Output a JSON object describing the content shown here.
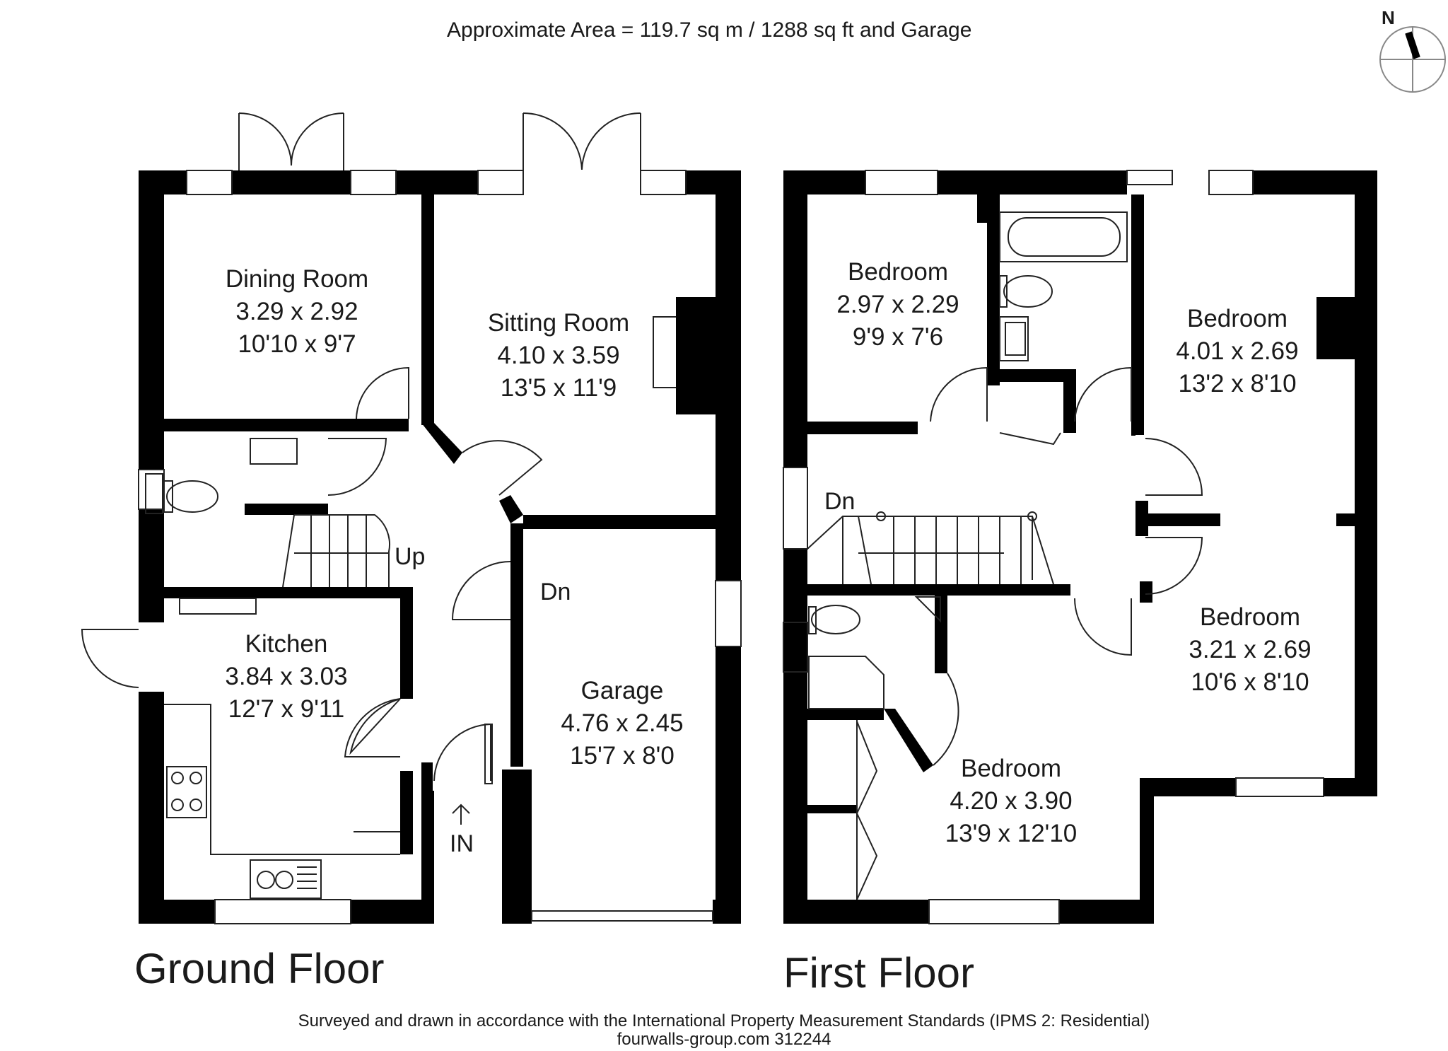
{
  "header": {
    "area_text": "Approximate  Area = 119.7 sq m / 1288 sq ft and Garage"
  },
  "compass": {
    "label": "N"
  },
  "ground_floor": {
    "title": "Ground Floor",
    "rooms": [
      {
        "id": "dining-room",
        "name": "Dining Room",
        "metric": "3.29 x 2.92",
        "imperial": "10'10 x 9'7"
      },
      {
        "id": "sitting-room",
        "name": "Sitting Room",
        "metric": "4.10 x 3.59",
        "imperial": "13'5 x 11'9"
      },
      {
        "id": "kitchen",
        "name": "Kitchen",
        "metric": "3.84 x 3.03",
        "imperial": "12'7 x 9'11"
      },
      {
        "id": "garage",
        "name": "Garage",
        "metric": "4.76 x 2.45",
        "imperial": "15'7 x 8'0"
      }
    ],
    "labels": {
      "up": "Up",
      "down": "Dn",
      "entrance": "IN"
    }
  },
  "first_floor": {
    "title": "First Floor",
    "rooms": [
      {
        "id": "bedroom-1",
        "name": "Bedroom",
        "metric": "2.97 x 2.29",
        "imperial": "9'9 x 7'6"
      },
      {
        "id": "bedroom-2",
        "name": "Bedroom",
        "metric": "4.01 x 2.69",
        "imperial": "13'2 x 8'10"
      },
      {
        "id": "bedroom-3",
        "name": "Bedroom",
        "metric": "3.21 x 2.69",
        "imperial": "10'6 x 8'10"
      },
      {
        "id": "bedroom-4",
        "name": "Bedroom",
        "metric": "4.20 x 3.90",
        "imperial": "13'9 x 12'10"
      }
    ],
    "labels": {
      "down": "Dn"
    }
  },
  "footer": {
    "statement": "Surveyed and drawn in accordance with the International Property Measurement Standards (IPMS 2: Residential)",
    "reference": "fourwalls-group.com 312244"
  }
}
